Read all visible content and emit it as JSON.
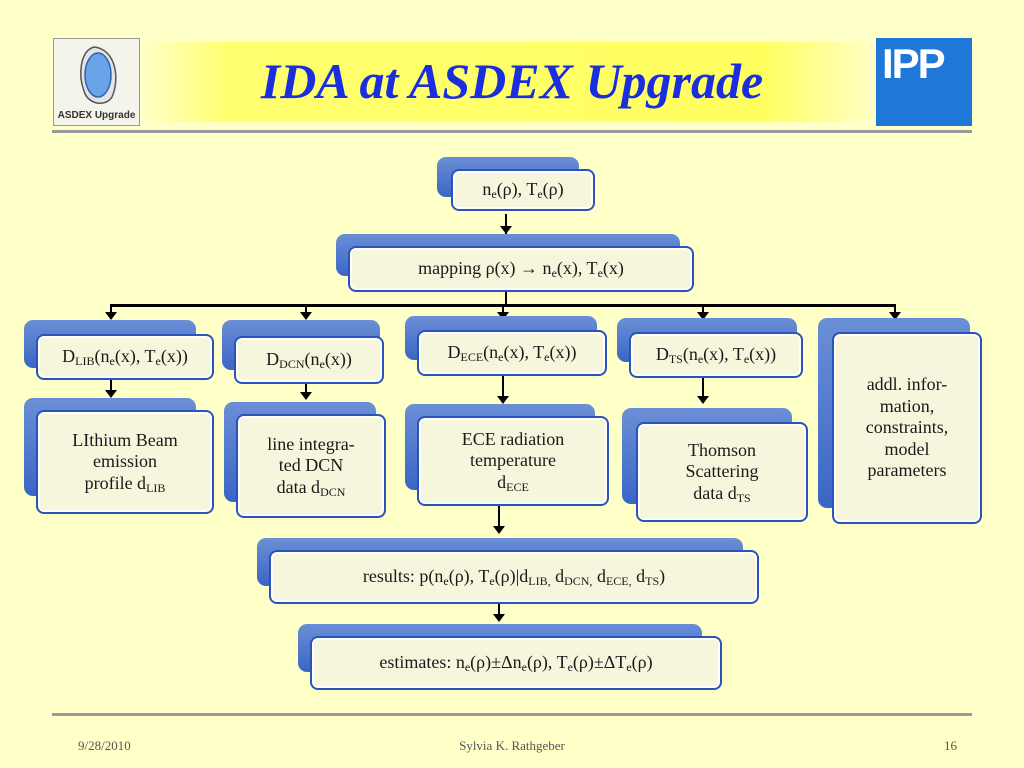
{
  "slide": {
    "title": "IDA at ASDEX Upgrade",
    "logo_left_text": "ASDEX Upgrade",
    "logo_right_text": "IPP"
  },
  "nodes": {
    "profiles": {
      "parts": [
        [
          "n",
          ""
        ],
        [
          "e",
          "sub"
        ],
        [
          "(ρ), T",
          ""
        ],
        [
          "e",
          "sub"
        ],
        [
          "(ρ)",
          ""
        ]
      ]
    },
    "mapping": {
      "parts": [
        [
          "mapping ρ(x) → n",
          ""
        ],
        [
          "e",
          "sub"
        ],
        [
          "(x), T",
          ""
        ],
        [
          "e",
          "sub"
        ],
        [
          "(x)",
          ""
        ]
      ]
    },
    "d_lib": {
      "parts": [
        [
          "D",
          ""
        ],
        [
          "LIB",
          "sub"
        ],
        [
          "(n",
          ""
        ],
        [
          "e",
          "sub"
        ],
        [
          "(x), T",
          ""
        ],
        [
          "e",
          "sub"
        ],
        [
          "(x))",
          ""
        ]
      ]
    },
    "d_dcn": {
      "parts": [
        [
          "D",
          ""
        ],
        [
          "DCN",
          "sub"
        ],
        [
          "(n",
          ""
        ],
        [
          "e",
          "sub"
        ],
        [
          "(x))",
          ""
        ]
      ]
    },
    "d_ece": {
      "parts": [
        [
          "D",
          ""
        ],
        [
          "ECE",
          "sub"
        ],
        [
          "(n",
          ""
        ],
        [
          "e",
          "sub"
        ],
        [
          "(x), T",
          ""
        ],
        [
          "e",
          "sub"
        ],
        [
          "(x))",
          ""
        ]
      ]
    },
    "d_ts": {
      "parts": [
        [
          "D",
          ""
        ],
        [
          "TS",
          "sub"
        ],
        [
          "(n",
          ""
        ],
        [
          "e",
          "sub"
        ],
        [
          "(x), T",
          ""
        ],
        [
          "e",
          "sub"
        ],
        [
          "(x))",
          ""
        ]
      ]
    },
    "addl": {
      "parts": [
        [
          "addl. infor-\nmation,\nconstraints,\nmodel\nparameters",
          ""
        ]
      ]
    },
    "lib_data": {
      "parts": [
        [
          "LIthium Beam\nemission\nprofile d",
          ""
        ],
        [
          "LIB",
          "sub"
        ]
      ]
    },
    "dcn_data": {
      "parts": [
        [
          "line integra-\nted DCN\ndata d",
          ""
        ],
        [
          "DCN",
          "sub"
        ]
      ]
    },
    "ece_data": {
      "parts": [
        [
          "ECE radiation\ntemperature\nd",
          ""
        ],
        [
          "ECE",
          "sub"
        ]
      ]
    },
    "ts_data": {
      "parts": [
        [
          "Thomson\nScattering\ndata d",
          ""
        ],
        [
          "TS",
          "sub"
        ]
      ]
    },
    "results": {
      "parts": [
        [
          "results: p(n",
          ""
        ],
        [
          "e",
          "sub"
        ],
        [
          "(ρ), T",
          ""
        ],
        [
          "e",
          "sub"
        ],
        [
          "(ρ)|d",
          ""
        ],
        [
          "LIB,",
          "sub"
        ],
        [
          " d",
          ""
        ],
        [
          "DCN,",
          "sub"
        ],
        [
          " d",
          ""
        ],
        [
          "ECE,",
          "sub"
        ],
        [
          " d",
          ""
        ],
        [
          "TS",
          "sub"
        ],
        [
          ")",
          ""
        ]
      ]
    },
    "estimates": {
      "parts": [
        [
          "estimates: n",
          ""
        ],
        [
          "e",
          "sub"
        ],
        [
          "(ρ)±Δn",
          ""
        ],
        [
          "e",
          "sub"
        ],
        [
          "(ρ), T",
          ""
        ],
        [
          "e",
          "sub"
        ],
        [
          "(ρ)±ΔT",
          ""
        ],
        [
          "e",
          "sub"
        ],
        [
          "(ρ)",
          ""
        ]
      ]
    }
  },
  "footer": {
    "date": "9/28/2010",
    "author": "Sylvia K. Rathgeber",
    "page": "16"
  },
  "colors": {
    "title": "#1a2ee0",
    "node_back": "#3a66c4",
    "node_border": "#2c54b8",
    "node_fill": "#f6f6dc",
    "background": "#ffffc8"
  }
}
